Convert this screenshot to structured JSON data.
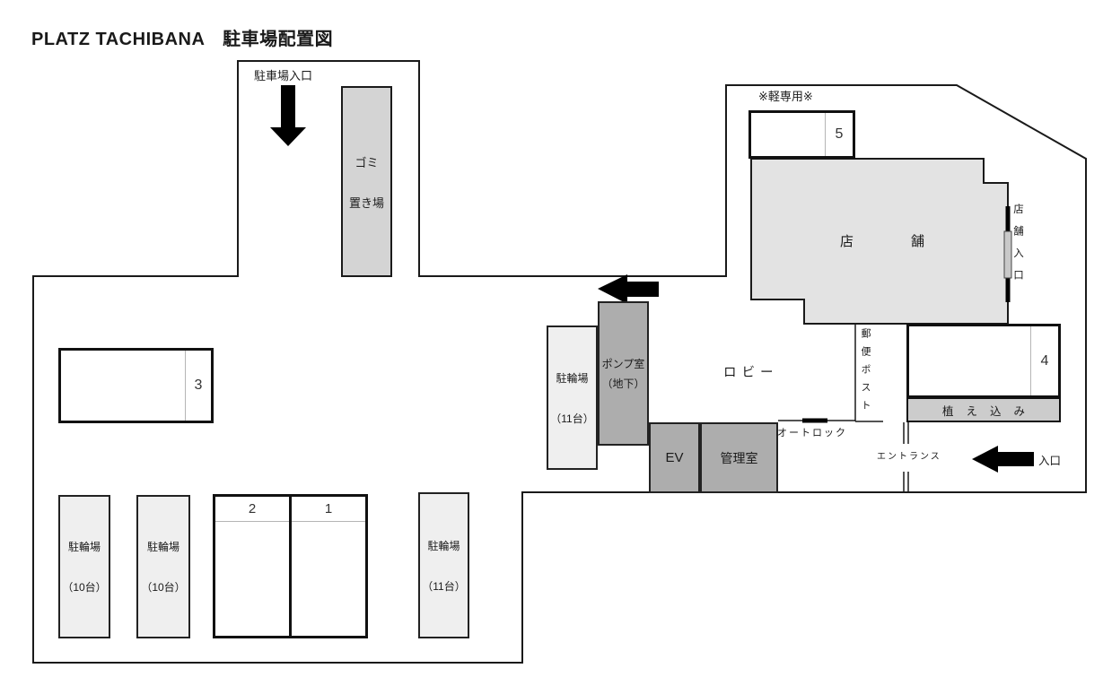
{
  "header": {
    "title": "PLATZ TACHIBANA　駐車場配置図"
  },
  "colors": {
    "line": "#1a1a1a",
    "store_fill": "#e3e3e3",
    "garbage_fill": "#d4d4d4",
    "facility_fill": "#adadad",
    "planting_fill": "#cccccc",
    "bicycle_fill": "#efefef",
    "arrow": "#000000"
  },
  "labels": {
    "parking_entrance": "駐車場入口",
    "garbage_line1": "ゴミ",
    "garbage_line2": "置き場",
    "kei_only_note": "※軽専用※",
    "store": "店舗",
    "store_entrance": "店舗入口",
    "pump_line1": "ポンプ室",
    "pump_line2": "（地下）",
    "lobby": "ロビー",
    "ev": "EV",
    "manager_room": "管理室",
    "auto_lock": "オートロック",
    "mail_post": "郵便ポスト",
    "planting": "植え込み",
    "entrance_path": "エントランス",
    "entrance": "入口"
  },
  "parking_spaces": {
    "no1": "1",
    "no2": "2",
    "no3": "3",
    "no4": "4",
    "no5": "5"
  },
  "bicycle_areas": [
    {
      "name": "駐輪場",
      "capacity": "（11台）"
    },
    {
      "name": "駐輪場",
      "capacity": "（10台）"
    },
    {
      "name": "駐輪場",
      "capacity": "（10台）"
    },
    {
      "name": "駐輪場",
      "capacity": "（11台）"
    }
  ]
}
